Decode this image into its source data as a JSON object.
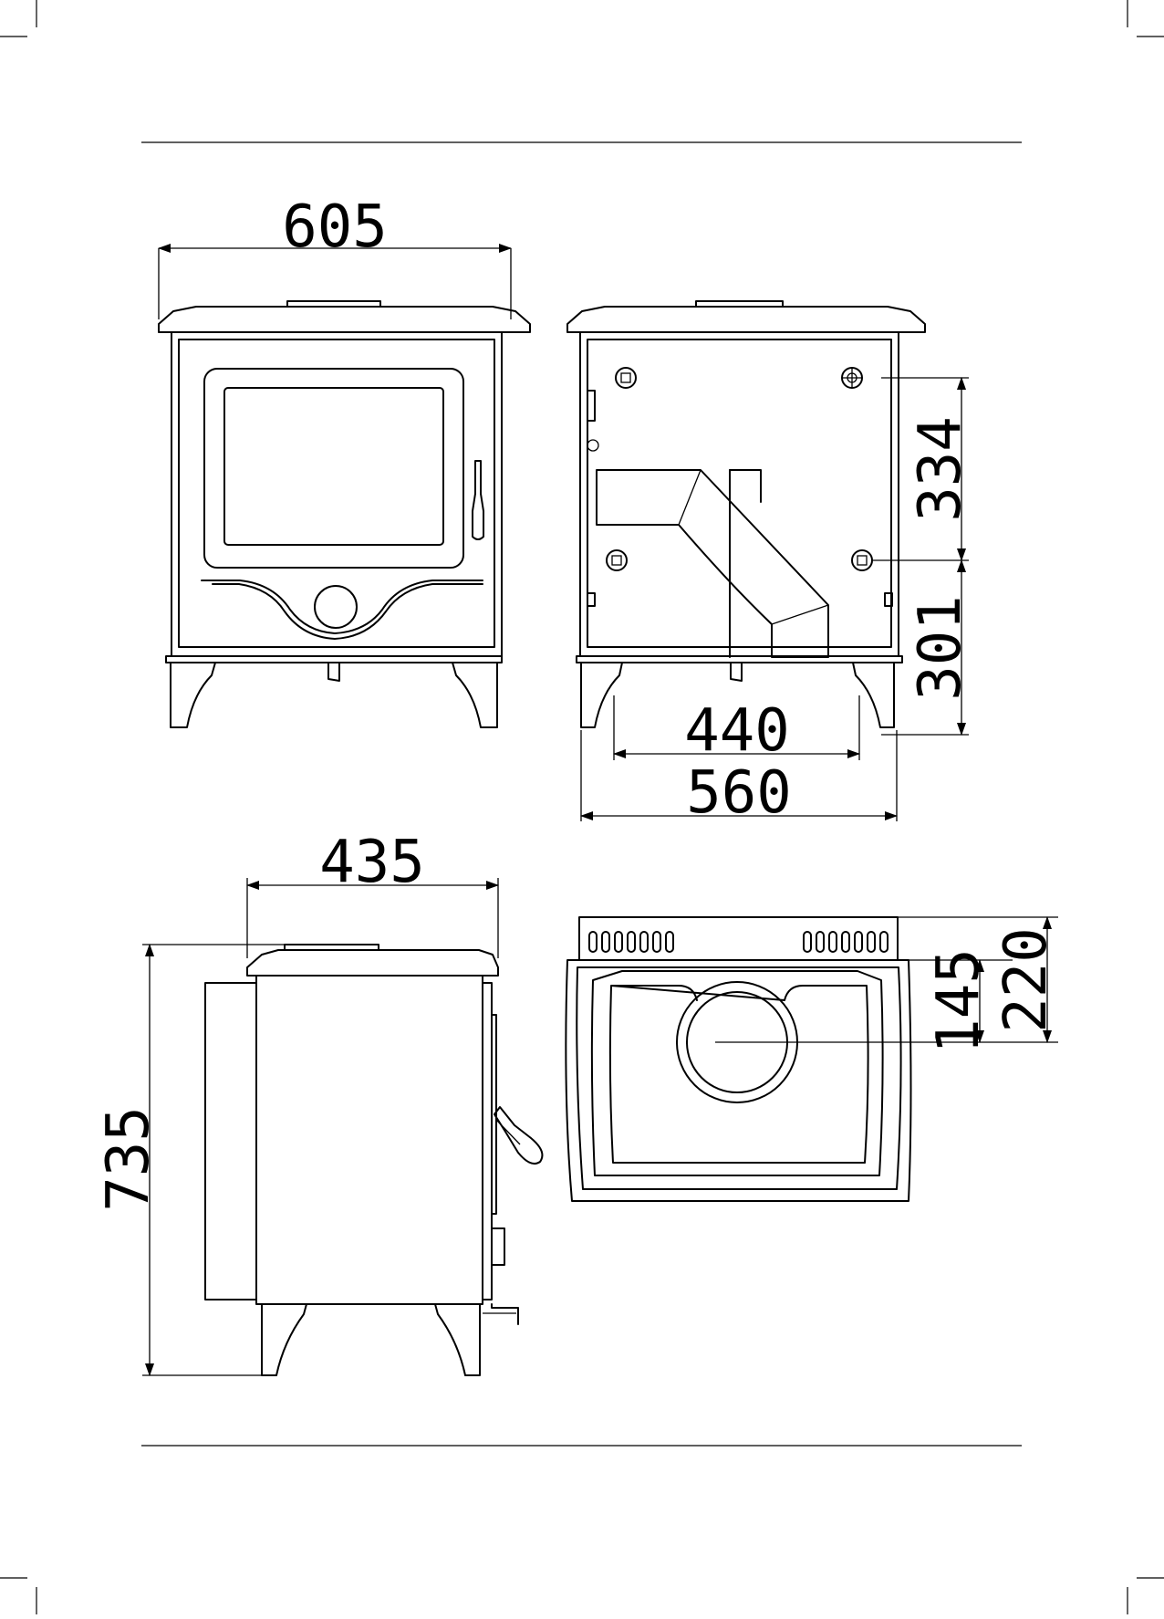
{
  "colors": {
    "ink": "#000000",
    "paper": "#ffffff"
  },
  "dimensions": {
    "front_width": "605",
    "side_view_depth_inner": "440",
    "side_view_depth_outer": "560",
    "flue_height_upper": "334",
    "flue_height_lower": "301",
    "side_width": "435",
    "overall_height": "735",
    "top_flue_offset": "145",
    "top_depth": "220"
  }
}
